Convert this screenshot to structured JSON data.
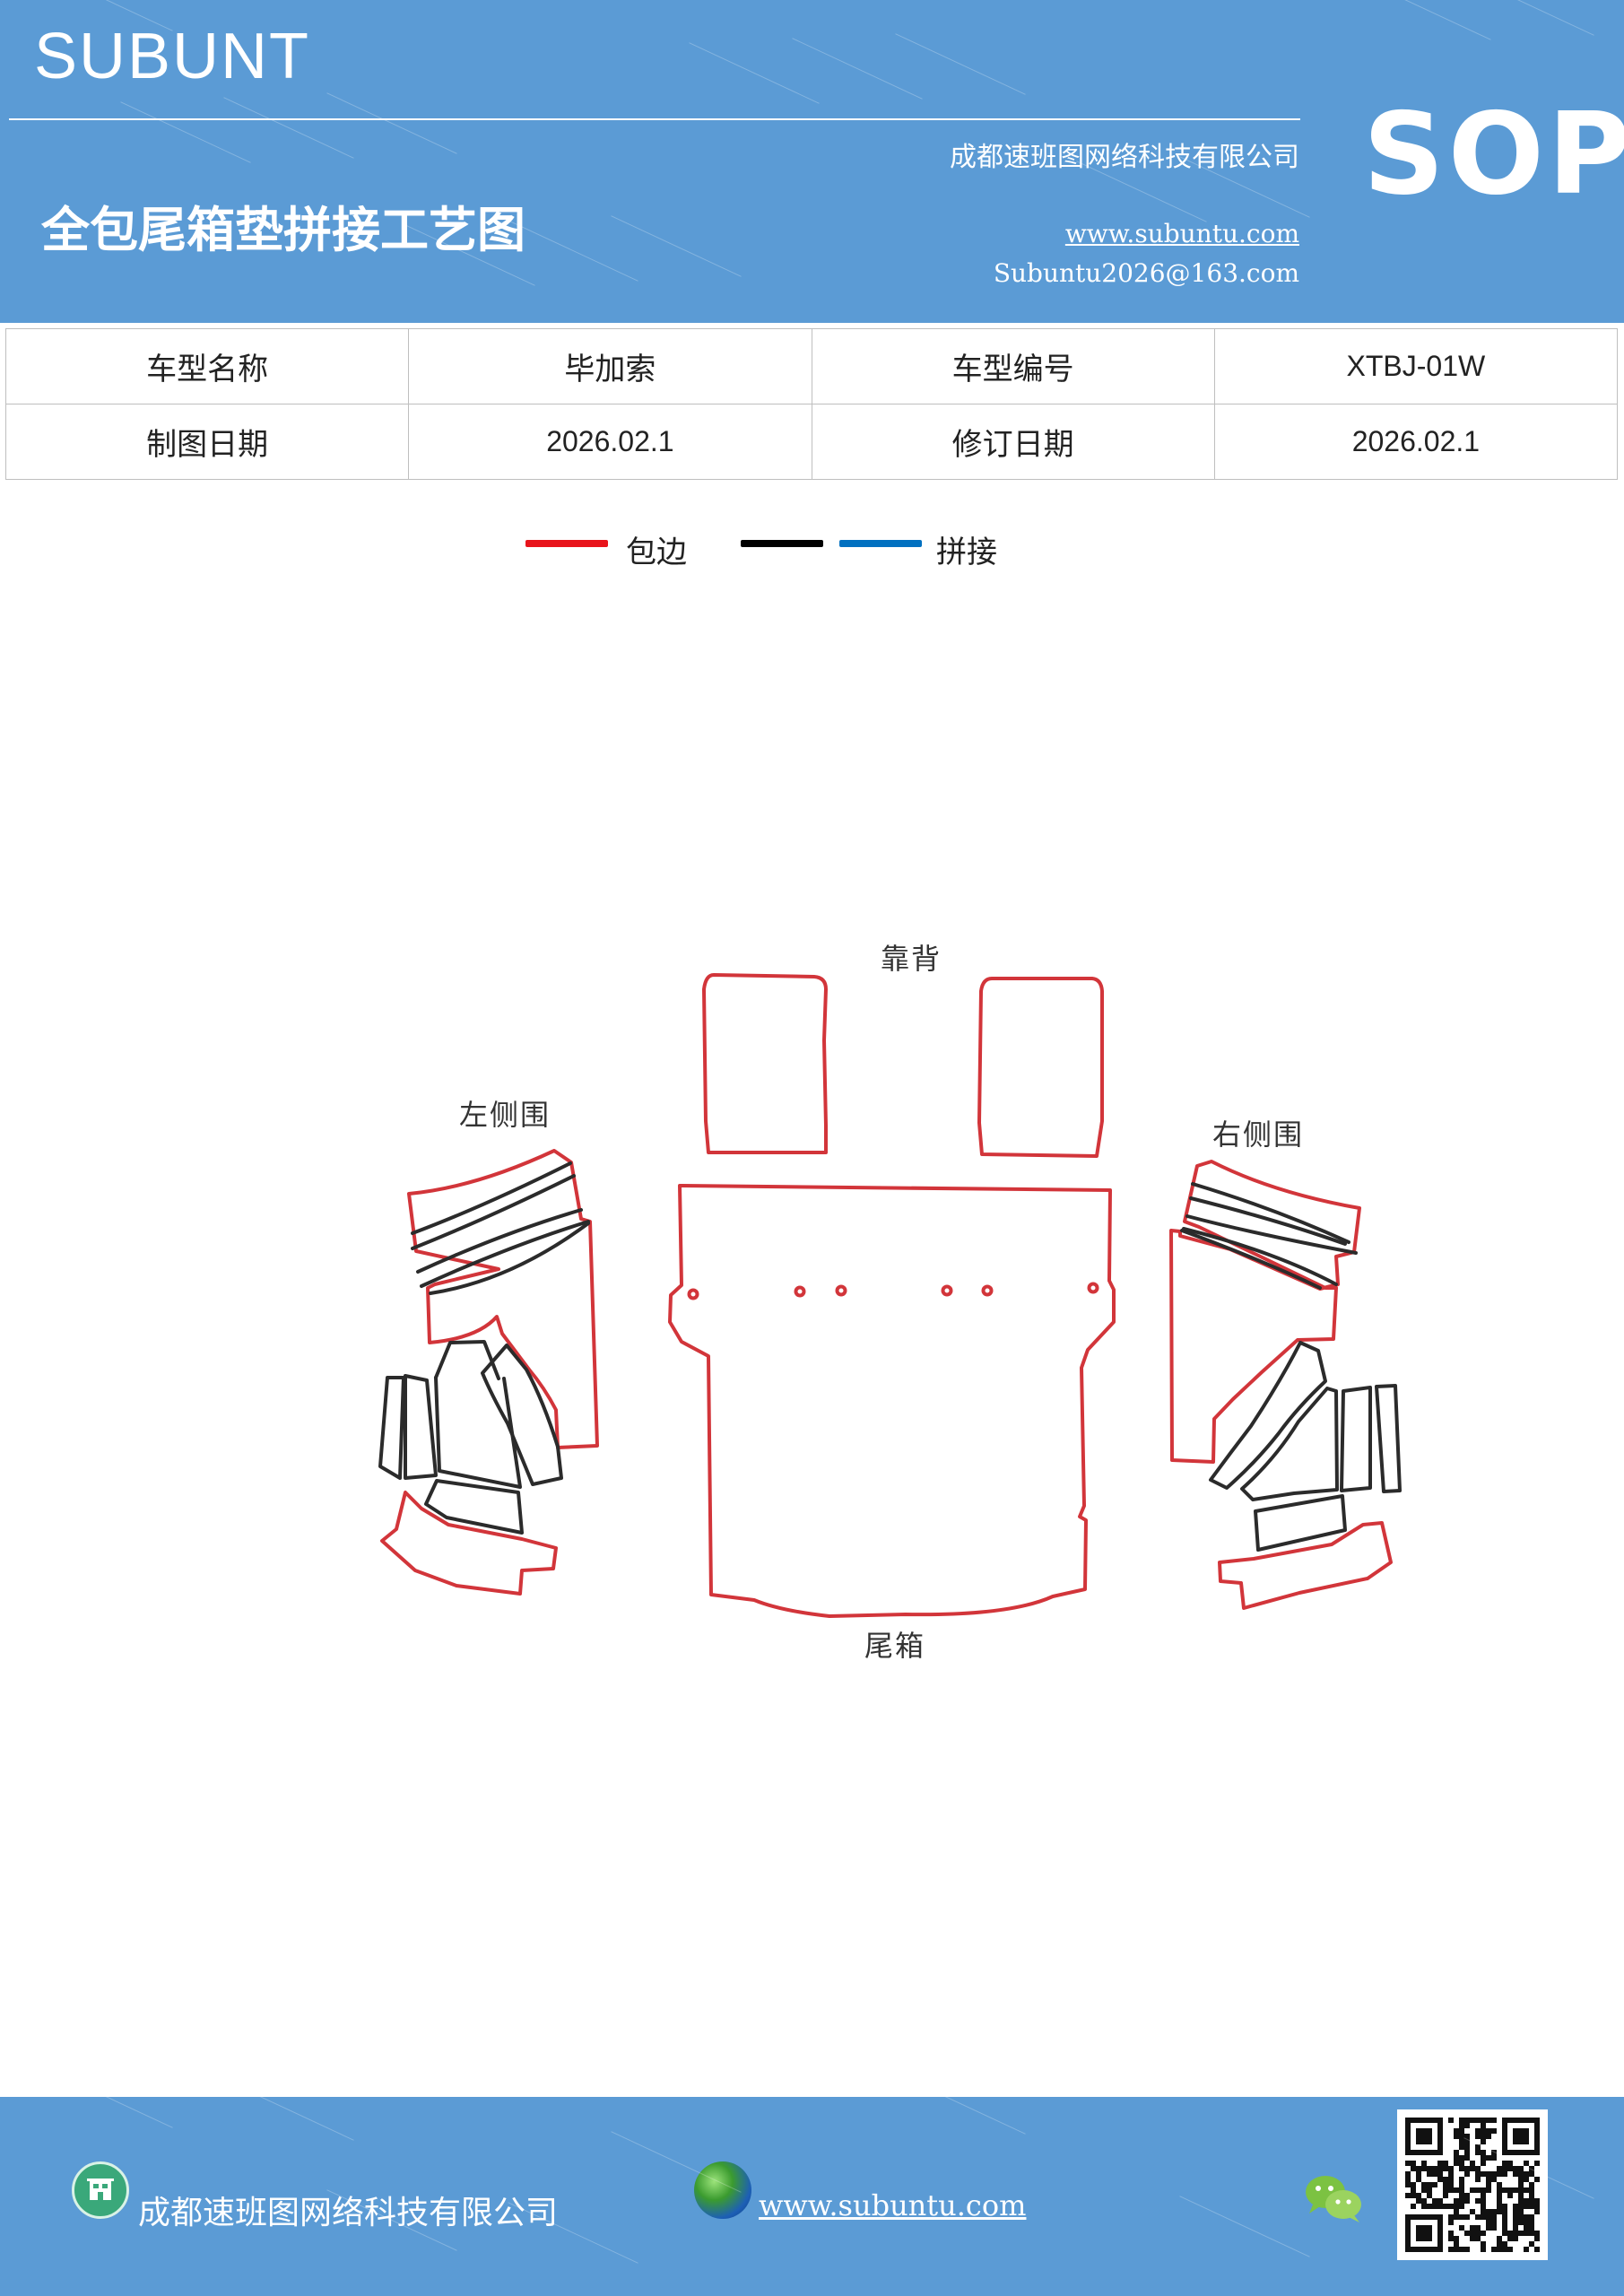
{
  "header": {
    "brand": "SUBUNT",
    "company": "成都速班图网络科技有限公司",
    "title": "全包尾箱垫拼接工艺图",
    "website": "www.subuntu.com",
    "email": "Subuntu2026@163.com",
    "badge": "SOP"
  },
  "info_table": {
    "rows": [
      [
        "车型名称",
        "毕加索",
        "车型编号",
        "XTBJ-01W"
      ],
      [
        "制图日期",
        "2026.02.1",
        "修订日期",
        "2026.02.1"
      ]
    ]
  },
  "legend": {
    "items": [
      {
        "label": "包边",
        "color": "#e8141b"
      },
      {
        "label": "",
        "color": "#000000"
      },
      {
        "label": "拼接",
        "color": "#0070c0"
      }
    ]
  },
  "diagram": {
    "labels": {
      "backrest": "靠背",
      "left_side": "左侧围",
      "right_side": "右侧围",
      "trunk": "尾箱"
    },
    "colors": {
      "edge": "#d2353a",
      "seam": "#2b2b2b"
    }
  },
  "footer": {
    "company": "成都速班图网络科技有限公司",
    "website": "www.subuntu.com"
  }
}
